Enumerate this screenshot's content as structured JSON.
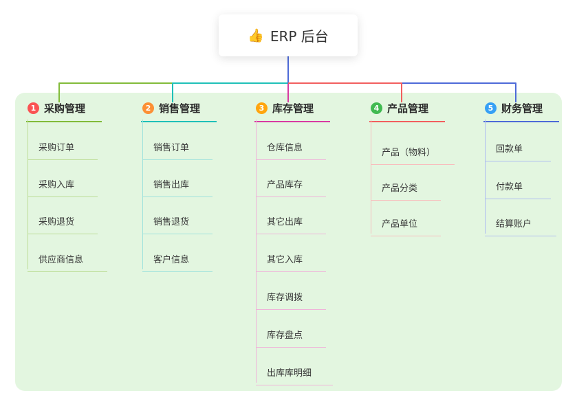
{
  "root": {
    "icon": "👍",
    "label": "ERP 后台"
  },
  "colors": {
    "panel_bg": "#e3f6e0"
  },
  "branches": [
    {
      "number": "1",
      "title": "采购管理",
      "badge_color": "#fa5353",
      "line_color": "#82bb3a",
      "child_line_color": "#bcdd96",
      "children": [
        "采购订单",
        "采购入库",
        "采购退货",
        "供应商信息"
      ]
    },
    {
      "number": "2",
      "title": "销售管理",
      "badge_color": "#fc9035",
      "line_color": "#1fc0b8",
      "child_line_color": "#a0e2dc",
      "children": [
        "销售订单",
        "销售出库",
        "销售退货",
        "客户信息"
      ]
    },
    {
      "number": "3",
      "title": "库存管理",
      "badge_color": "#ffa50f",
      "line_color": "#d83aa2",
      "child_line_color": "#efb4d9",
      "children": [
        "仓库信息",
        "产品库存",
        "其它出库",
        "其它入库",
        "库存调拨",
        "库存盘点",
        "出库库明细"
      ]
    },
    {
      "number": "4",
      "title": "产品管理",
      "badge_color": "#41ba51",
      "line_color": "#f25e5e",
      "child_line_color": "#f8bcbc",
      "children": [
        "产品（物料）",
        "产品分类",
        "产品单位"
      ]
    },
    {
      "number": "5",
      "title": "财务管理",
      "badge_color": "#36a0f5",
      "line_color": "#4d6ad8",
      "child_line_color": "#aebdf0",
      "children": [
        "回款单",
        "付款单",
        "结算账户"
      ]
    }
  ]
}
